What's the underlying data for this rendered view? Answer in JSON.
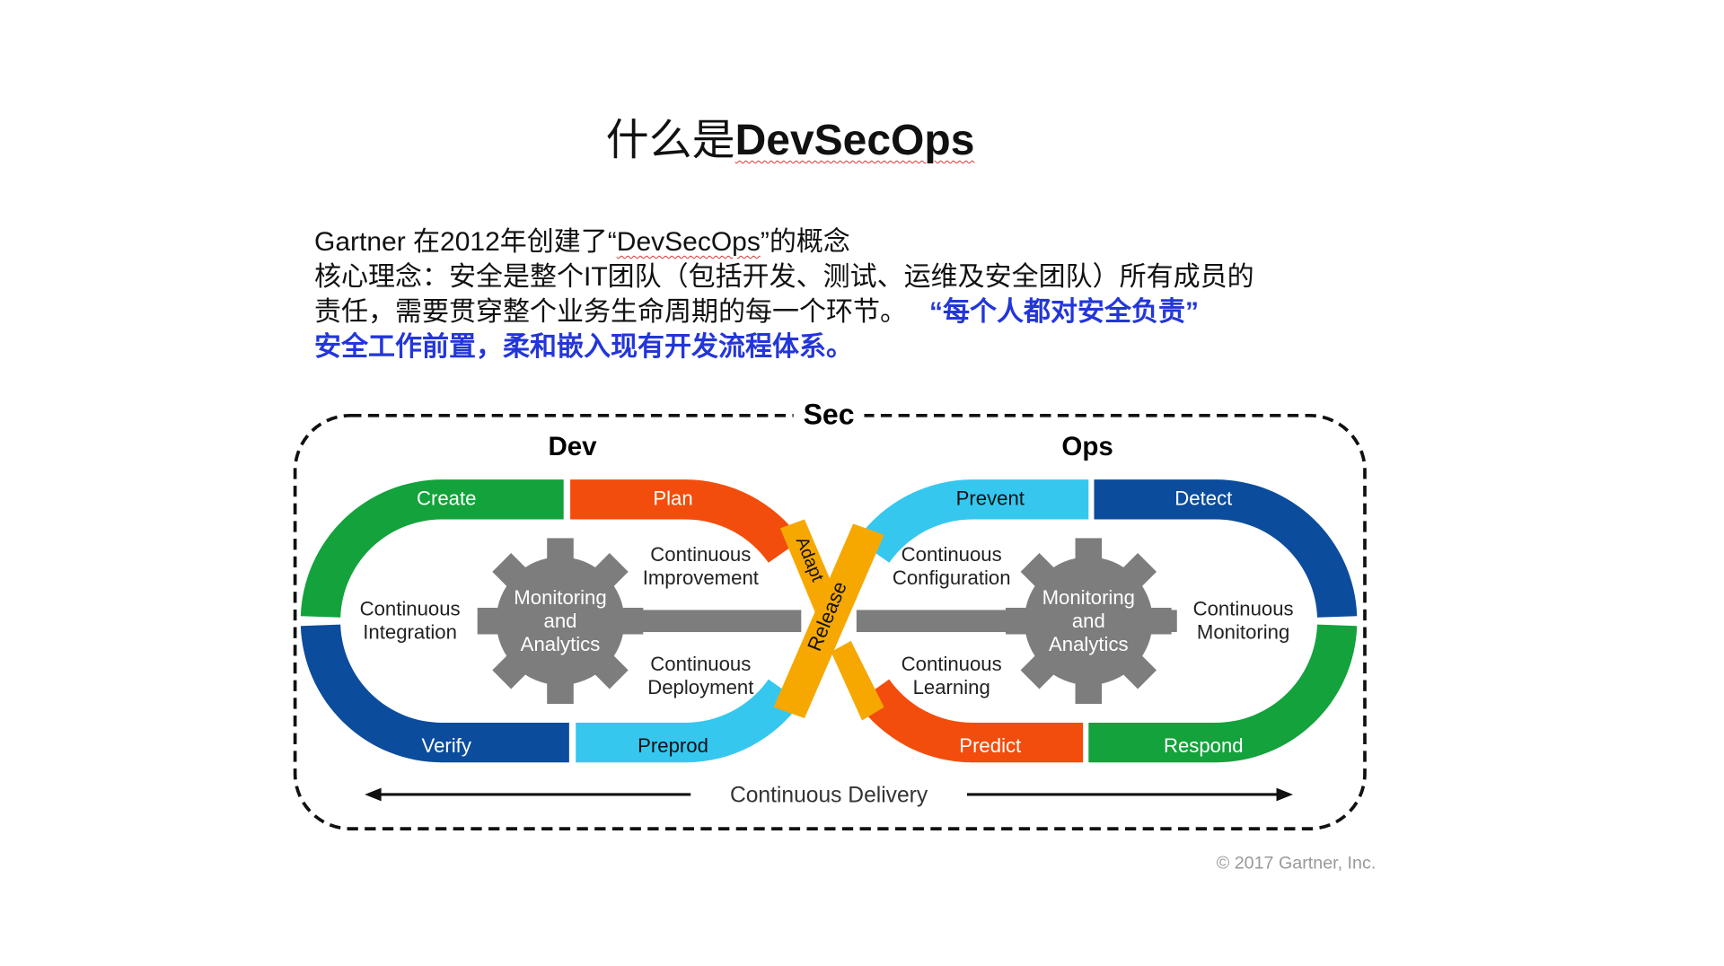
{
  "title": {
    "prefix": "什么是",
    "highlight": "DevSecOps"
  },
  "body": {
    "line1_a": "Gartner 在2012年创建了“",
    "line1_term": "DevSecOps",
    "line1_b": "”的概念",
    "line2": "核心理念：安全是整个IT团队（包括开发、测试、运维及安全团队）所有成员的",
    "line3": "责任，需要贯穿整个业务生命周期的每一个环节。",
    "line3_quote": "“每个人都对安全负责”",
    "line4": "安全工作前置，柔和嵌入现有开发流程体系。"
  },
  "diagram": {
    "sec": "Sec",
    "dev": "Dev",
    "ops": "Ops",
    "segments": {
      "create": "Create",
      "plan": "Plan",
      "verify": "Verify",
      "preprod": "Preprod",
      "prevent": "Prevent",
      "detect": "Detect",
      "predict": "Predict",
      "respond": "Respond",
      "adapt": "Adapt",
      "release": "Release"
    },
    "inner": {
      "ci": [
        "Continuous",
        "Integration"
      ],
      "cimp": [
        "Continuous",
        "Improvement"
      ],
      "cdep": [
        "Continuous",
        "Deployment"
      ],
      "cconf": [
        "Continuous",
        "Configuration"
      ],
      "clearn": [
        "Continuous",
        "Learning"
      ],
      "cmon": [
        "Continuous",
        "Monitoring"
      ],
      "gear": [
        "Monitoring",
        "and",
        "Analytics"
      ]
    },
    "delivery": "Continuous Delivery",
    "copyright": "© 2017 Gartner, Inc.",
    "colors": {
      "green": "#13a23b",
      "orange": "#f24d0c",
      "blue": "#0b4c9c",
      "cyan": "#36c7ef",
      "yellow": "#f6a800",
      "grey": "#7d7d7d"
    }
  }
}
